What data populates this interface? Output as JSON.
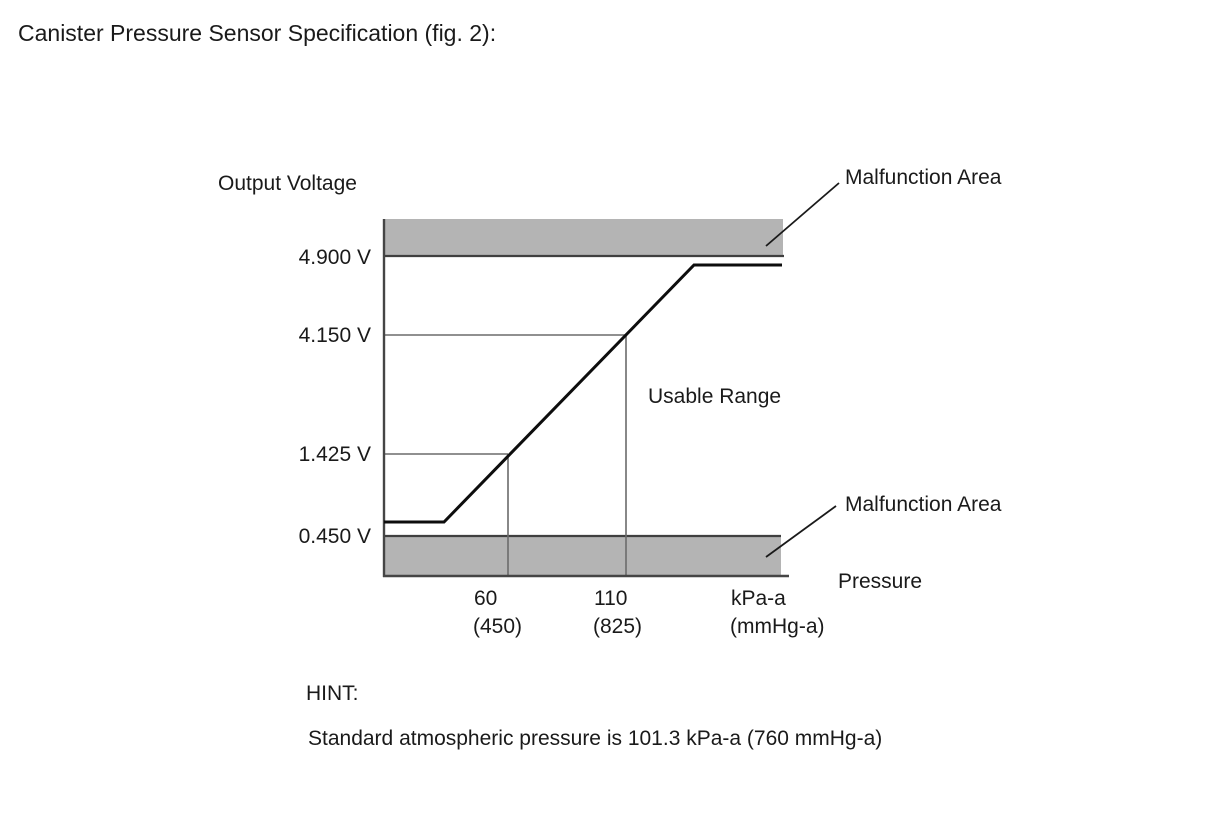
{
  "title": "Canister Pressure Sensor Specification (fig. 2):",
  "figure": {
    "y_axis_title": "Output Voltage",
    "x_axis_title": "Pressure",
    "y_tick_labels": [
      "4.900 V",
      "4.150 V",
      "1.425 V",
      "0.450 V"
    ],
    "x_tick_labels": [
      {
        "primary": "60",
        "secondary": "(450)"
      },
      {
        "primary": "110",
        "secondary": "(825)"
      }
    ],
    "x_unit_primary": "kPa-a",
    "x_unit_secondary": "(mmHg-a)",
    "annotations": {
      "malfunction_top": "Malfunction Area",
      "malfunction_bottom": "Malfunction Area",
      "usable_range": "Usable Range"
    }
  },
  "hint": {
    "label": "HINT:",
    "text": "Standard atmospheric pressure is 101.3 kPa-a (760 mmHg-a)"
  },
  "colors": {
    "band_gray": "#b4b4b4",
    "axis": "#454545",
    "boundary": "#3f3f3f",
    "guide": "#6b6b6b",
    "curve": "#0d0d0d",
    "text": "#1a1a1a",
    "background": "#ffffff"
  },
  "chart_data": {
    "type": "line",
    "title": "Canister Pressure Sensor Specification (fig. 2)",
    "xlabel": "Pressure",
    "ylabel": "Output Voltage",
    "x_units": [
      "kPa-a",
      "mmHg-a"
    ],
    "y_unit": "V",
    "y_tick_values": [
      4.9,
      4.15,
      1.425,
      0.45
    ],
    "x_ticks": [
      {
        "kPa_a": 60,
        "mmHg_a": 450
      },
      {
        "kPa_a": 110,
        "mmHg_a": 825
      }
    ],
    "series": [
      {
        "name": "sensor output characteristic",
        "points": [
          {
            "pressure_kPa_a": 60,
            "pressure_mmHg_a": 450,
            "output_V": 1.425
          },
          {
            "pressure_kPa_a": 110,
            "pressure_mmHg_a": 825,
            "output_V": 4.15
          }
        ],
        "shape": "flat just above 0.450 V at low pressure, linear between calibration points, flat just below 4.900 V at high pressure"
      }
    ],
    "regions": [
      {
        "label": "Malfunction Area",
        "condition": "output above 4.900 V"
      },
      {
        "label": "Usable Range",
        "condition": "output between 0.450 V and 4.900 V"
      },
      {
        "label": "Malfunction Area",
        "condition": "output below 0.450 V"
      }
    ],
    "legend": "none",
    "grid": "off",
    "annotations": [
      "Standard atmospheric pressure is 101.3 kPa-a (760 mmHg-a)"
    ]
  }
}
